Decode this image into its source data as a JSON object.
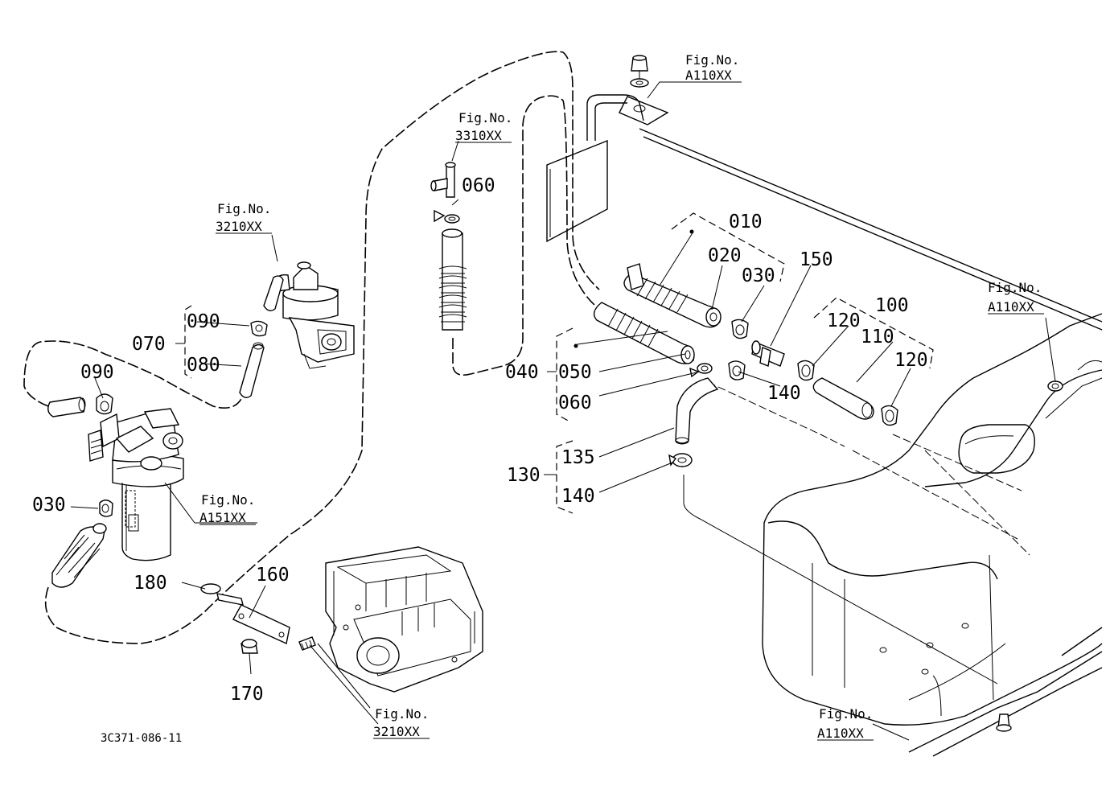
{
  "drawing_code": "3C371-086-11",
  "figure_refs": {
    "fig_label": "Fig.No.",
    "refs": [
      "A110XX",
      "3310XX",
      "3210XX",
      "A110XX",
      "A151XX",
      "3210XX",
      "A110XX"
    ]
  },
  "parts": {
    "p010": "010",
    "p020": "020",
    "p030a": "030",
    "p030b": "030",
    "p040": "040",
    "p050": "050",
    "p060a": "060",
    "p060b": "060",
    "p070": "070",
    "p080": "080",
    "p090a": "090",
    "p090b": "090",
    "p100": "100",
    "p110": "110",
    "p120a": "120",
    "p120b": "120",
    "p130": "130",
    "p135": "135",
    "p140a": "140",
    "p140b": "140",
    "p150": "150",
    "p160": "160",
    "p170": "170",
    "p180": "180"
  }
}
